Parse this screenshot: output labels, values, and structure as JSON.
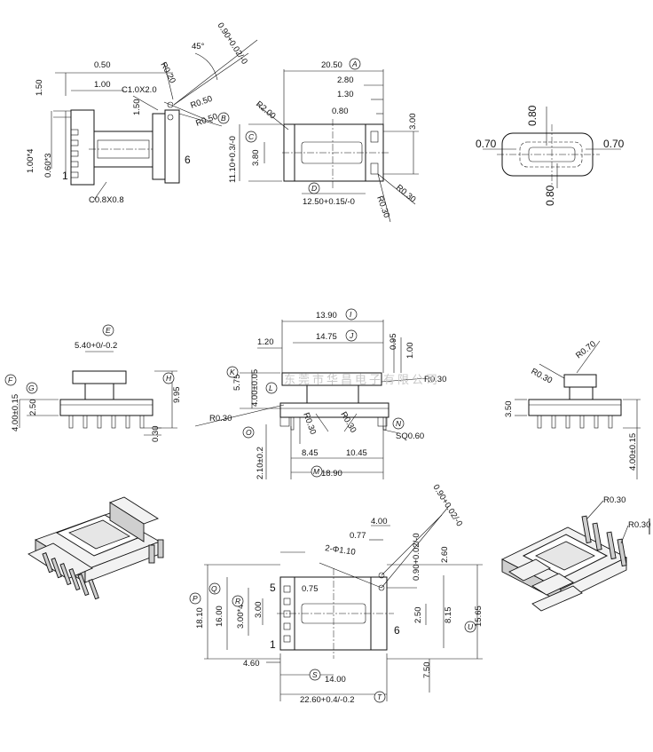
{
  "dims": {
    "v1": [
      "0.50",
      "1.00",
      "1.50",
      "C1.0X2.0",
      "1.50",
      "R0.20",
      "R0.50",
      "R0.50",
      "1.00*4",
      "0.60*3",
      "C0.8X0.8",
      "0.90+0.02/-0",
      "45°"
    ],
    "v2": [
      "20.50",
      "2.80",
      "1.30",
      "0.80",
      "3.00",
      "R2.00",
      "3.80",
      "11.10+0.3/-0",
      "12.50+0.15/-0",
      "R0.30",
      "R0.30"
    ],
    "v3": [
      "0.80",
      "0.70",
      "0.70",
      "0.80"
    ],
    "v4": [
      "5.40+0/-0.2",
      "2.50",
      "4.00±0.15",
      "9.95",
      "0.30"
    ],
    "v5": [
      "13.90",
      "14.75",
      "1.20",
      "0.95",
      "1.00",
      "5.75",
      "4.00±0.05",
      "R0.30",
      "R0.30",
      "R0.30",
      "R0.30",
      "8.45",
      "10.45",
      "SQ0.60",
      "2.10±0.2",
      "18.90"
    ],
    "v6": [
      "R0.70",
      "R0.30",
      "3.50",
      "4.00±0.15"
    ],
    "v8": [
      "4.00",
      "0.77",
      "0.90+0.02/-0",
      "0.90+0.02/-0",
      "2-Φ1.10",
      "0.75",
      "2.60",
      "18.10",
      "16.00",
      "3.00*4",
      "3.00",
      "2.50",
      "8.15",
      "15.65",
      "4.60",
      "7.50",
      "14.00",
      "22.60+0.4/-0.2"
    ],
    "v9": [
      "R0.30",
      "R0.30"
    ]
  },
  "callouts": [
    "A",
    "B",
    "C",
    "D",
    "E",
    "F",
    "G",
    "H",
    "I",
    "J",
    "K",
    "L",
    "M",
    "N",
    "O",
    "P",
    "Q",
    "R",
    "S",
    "T",
    "U"
  ],
  "pin_numbers": {
    "six_top": "6",
    "one_top": "1",
    "five": "5",
    "six": "6",
    "one": "1"
  },
  "watermark": "东莞市华昌电子有限公司"
}
